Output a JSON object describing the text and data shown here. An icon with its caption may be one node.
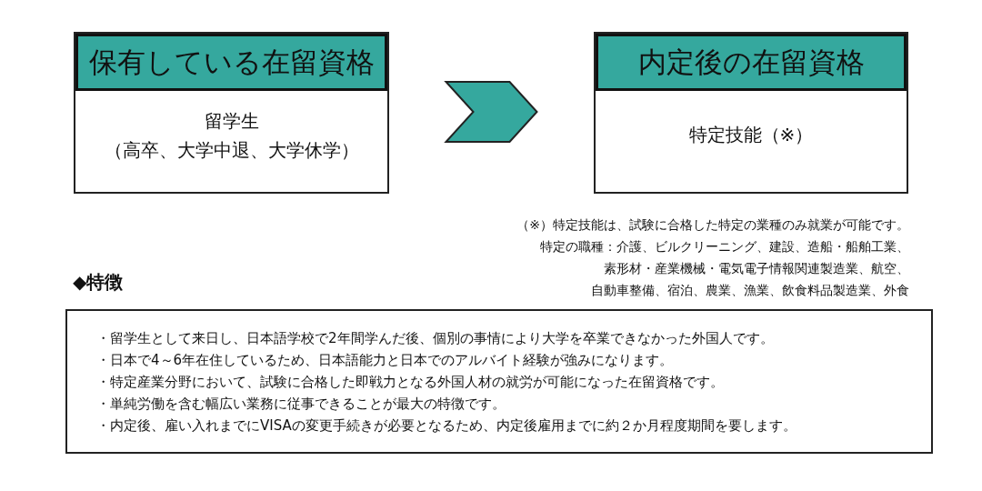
{
  "diagram": {
    "nodes": [
      {
        "text": [
          "保有している在留資格",
          "留学生",
          "（高卒、大学中退、大学休学）"
        ]
      },
      {
        "text": [
          "内定後の在留資格",
          "特定技能（※）"
        ]
      },
      {
        "text": [
          "◆特徴",
          "・留学生として来日し、日本語学校で2年間学んだ後、個別の事情により大学を卒業できなかった外国人です。",
          "・日本で4～6年在住しているため、日本語能力と日本でのアルバイト経験が強みになります。",
          "・特定産業分野において、試験に合格した即戦力となる外国人材の就労が可能になった在留資格です。",
          "・単純労働を含む幅広い業務に従事できることが最大の特徴です。",
          "・内定後、雇い入れまでにVISAの変更手続きが必要となるため、内定後雇用までに約２か月程度期間を要します。"
        ]
      }
    ],
    "edges": [
      {
        "from": 0,
        "to": 1,
        "arrow": "to"
      }
    ],
    "labels": [
      "（※）特定技能は、試験に合格した特定の業種のみ就業が可能です。",
      "特定の職種：介護、ビルクリーニング、建設、造船・船舶工業、",
      "素形材・産業機械・電気電子情報関連製造業、航空、",
      "自動車整備、宿泊、農業、漁業、飲食料品製造業、外食"
    ]
  }
}
